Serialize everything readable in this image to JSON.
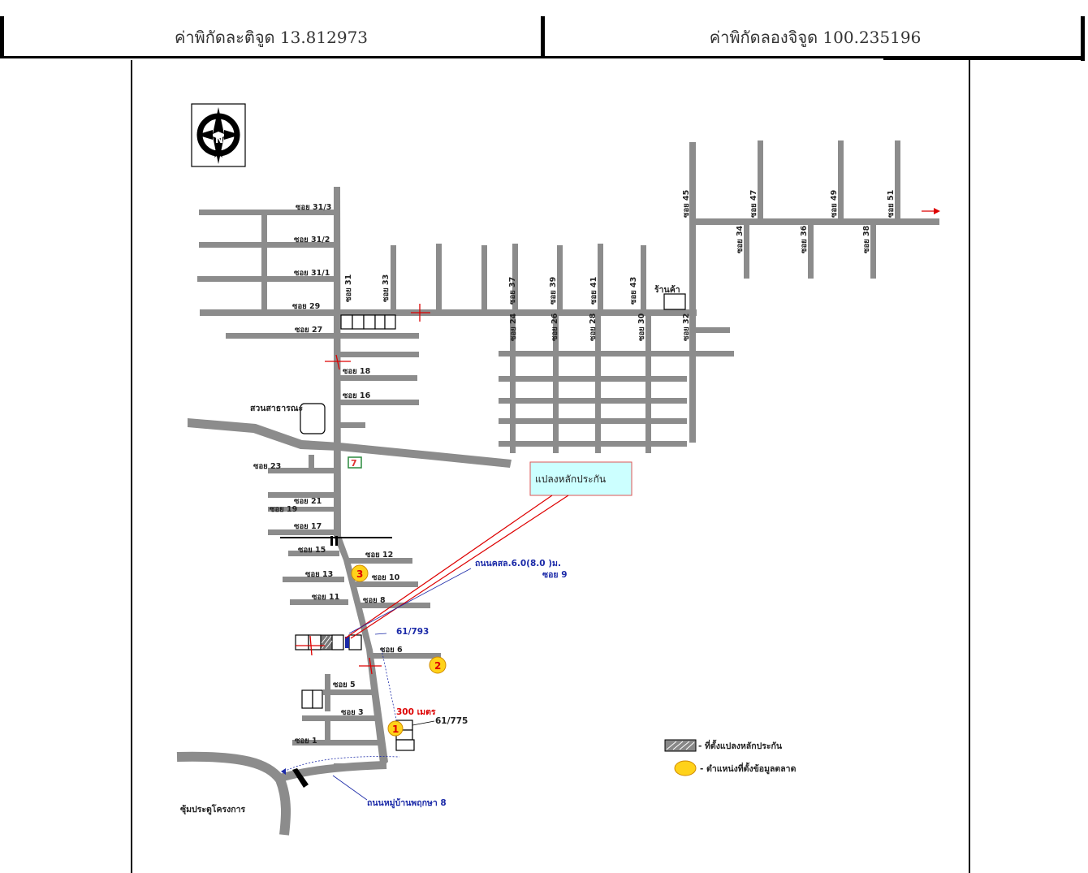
{
  "header": {
    "latitude_label": "ค่าพิกัดละติจูด 13.812973",
    "longitude_label": "ค่าพิกัดลองจิจูด 100.235196"
  },
  "map": {
    "compass_letter": "N",
    "soi_labels": {
      "s31_3": "ซอย 31/3",
      "s31_2": "ซอย 31/2",
      "s31_1": "ซอย 31/1",
      "s29": "ซอย 29",
      "s27": "ซอย 27",
      "s31": "ซอย 31",
      "s33": "ซอย 33",
      "s18": "ซอย 18",
      "s16": "ซอย 16",
      "s23": "ซอย 23",
      "s21": "ซอย 21",
      "s19": "ซอย 19",
      "s17": "ซอย 17",
      "s15": "ซอย 15",
      "s12": "ซอย 12",
      "s13": "ซอย 13",
      "s10": "ซอย 10",
      "s11": "ซอย 11",
      "s8": "ซอย 8",
      "s6": "ซอย 6",
      "s5": "ซอย 5",
      "s3": "ซอย 3",
      "s1": "ซอย 1",
      "s37": "ซอย 37",
      "s39": "ซอย 39",
      "s41": "ซอย 41",
      "s43": "ซอย 43",
      "s45": "ซอย 45",
      "s47": "ซอย 47",
      "s49": "ซอย 49",
      "s51": "ซอย 51",
      "s24": "ซอย 24",
      "s26": "ซอย 26",
      "s28": "ซอย 28",
      "s30": "ซอย 30",
      "s32": "ซอย 32",
      "s34": "ซอย 34",
      "s36": "ซอย 36",
      "s38": "ซอย 38"
    },
    "place_labels": {
      "shop": "ร้านค้า",
      "park": "สวนสาธารณะ",
      "gate": "ซุ้มประตูโครงการ",
      "village_road": "ถนนหมู่บ้านพฤกษา 8"
    },
    "callout_text": "แปลงหลักประกัน",
    "road_note_line1": "ถนนคสล.6.0(8.0 )ม.",
    "road_note_line2": "ซอย 9",
    "plot_61_793": "61/793",
    "plot_61_775": "61/775",
    "distance_label": "300 เมตร",
    "markers": {
      "m1": "1",
      "m2": "2",
      "m3": "3"
    },
    "store_logo": "7",
    "legend": {
      "collateral": "- ที่ตั้งแปลงหลักประกัน",
      "market_data": "- ตำแหน่งที่ตั้งข้อมูลตลาด"
    },
    "colors": {
      "road": "#8c8c8c",
      "callout_bg": "#ccffff",
      "marker": "#ffd21a",
      "red": "#dd0000",
      "blue": "#1b2aa8"
    }
  }
}
